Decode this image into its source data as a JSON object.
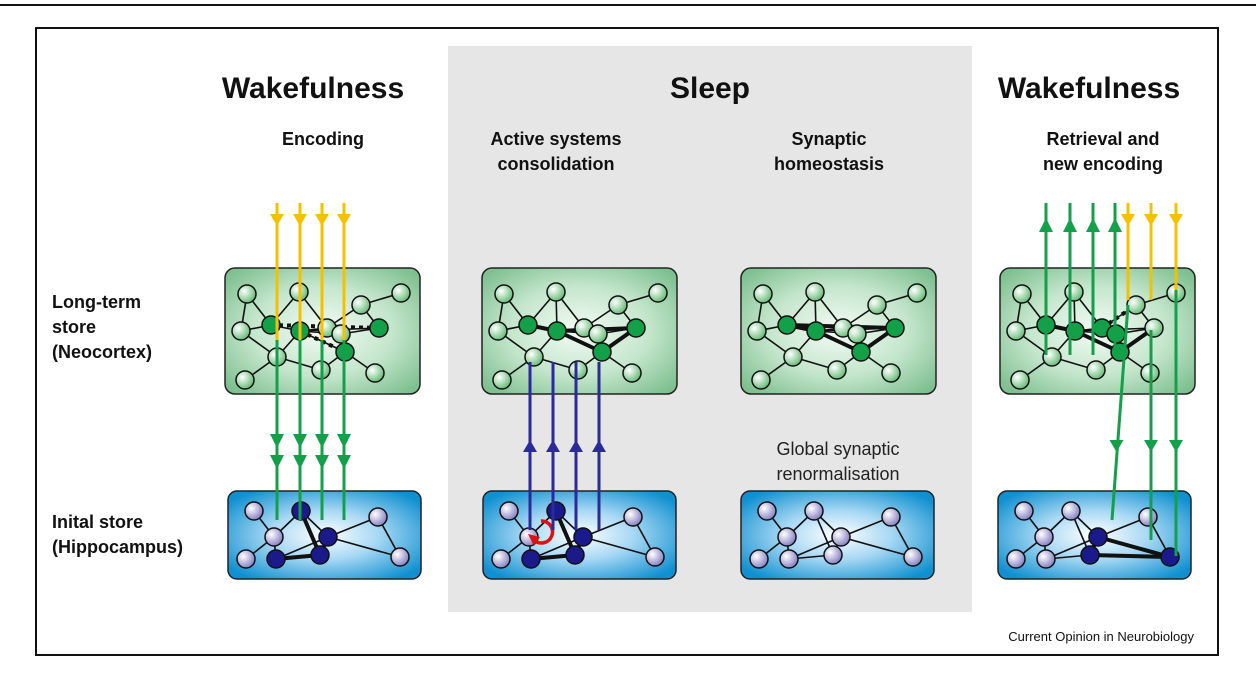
{
  "headings": {
    "wake_left": "Wakefulness",
    "sleep": "Sleep",
    "wake_right": "Wakefulness"
  },
  "phases": {
    "encoding": "Encoding",
    "active_1": "Active systems",
    "active_2": "consolidation",
    "synaptic_1": "Synaptic",
    "synaptic_2": "homeostasis",
    "retrieval_1": "Retrieval and",
    "retrieval_2": "new encoding"
  },
  "row_labels": {
    "long_term_1": "Long-term",
    "long_term_2": "store",
    "long_term_3": "(Neocortex)",
    "initial_1": "Inital store",
    "initial_2": "(Hippocampus)"
  },
  "notes": {
    "global_1": "Global synaptic",
    "global_2": "renormalisation"
  },
  "citation": "Current Opinion in Neurobiology",
  "colors": {
    "sleep_band": "#e6e6e6",
    "neocortex_box": "#8ec99c",
    "hippocampus_box": "#1a9ad6",
    "encoding_arrow": "#f5c000",
    "neocortex_arrow": "#14a04a",
    "replay_arrow": "#2a2a9a",
    "active_node_green": "#12a048",
    "active_node_blue": "#1a1a8a",
    "reactivation_loop": "#e01010"
  }
}
